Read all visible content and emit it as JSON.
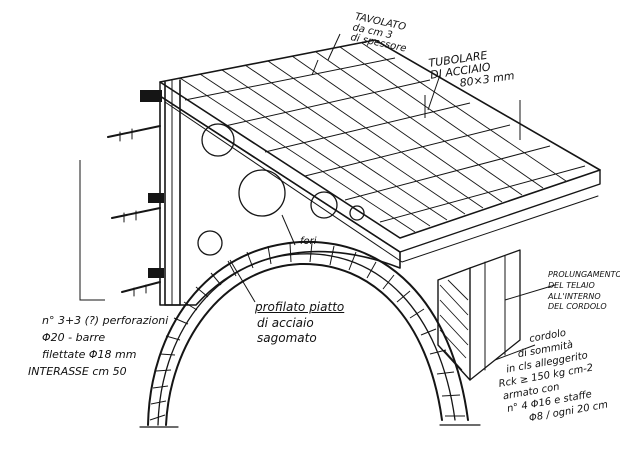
{
  "annotations": {
    "tavolato": [
      "TAVOLATO",
      "da cm 3",
      "di spessore"
    ],
    "tubolare": [
      "TUBOLARE",
      "DI ACCIAIO",
      "80×3 mm"
    ],
    "fori": "fori",
    "profilato": [
      "profilato piatto",
      "di acciaio",
      "sagomato"
    ],
    "prolungamento": [
      "PROLUNGAMENTO",
      "DEL TELAIO",
      "ALL'INTERNO",
      "DEL CORDOLO"
    ],
    "cordolo": [
      "cordolo",
      "di sommità",
      "in cls alleggerito",
      "Rck ≥ 150 kg cm-2",
      "armato con",
      "n° 4 Φ16 e staffe",
      "Φ8 / ogni 20 cm"
    ],
    "bolts": [
      "n° 3+3 (?) perforazioni",
      "Φ20 - barre",
      "filettate Φ18 mm",
      "INTERASSE cm 50"
    ]
  },
  "colors": {
    "ink": "#151515",
    "paper": "#ffffff"
  }
}
